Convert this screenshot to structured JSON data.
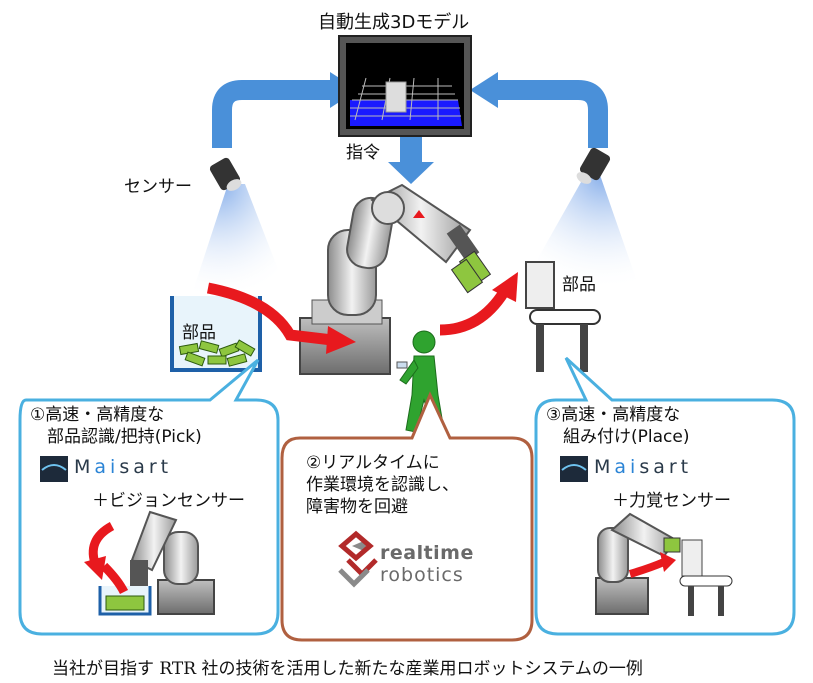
{
  "title": "自動生成3Dモデル",
  "instruction_label": "指令",
  "sensor_label": "センサー",
  "parts_left_label": "部品",
  "parts_right_label": "部品",
  "callouts": {
    "pick": {
      "text": "①高速・高精度な\n　部品認識/把持(Pick)",
      "logo_a": "M",
      "logo_b": "ai",
      "logo_c": "sart",
      "sub": "＋ビジョンセンサー"
    },
    "realtime": {
      "text": "②リアルタイムに\n作業環境を認識し、\n障害物を回避",
      "logo_top": "realtime",
      "logo_bottom": "robotics"
    },
    "place": {
      "text": "③高速・高精度な\n　組み付け(Place)",
      "logo_a": "M",
      "logo_b": "ai",
      "logo_c": "sart",
      "sub": "＋力覚センサー"
    }
  },
  "caption": "当社が目指す RTR 社の技術を活用した新たな産業用ロボットシステムの一例",
  "colors": {
    "blue_arrow": "#4a90d9",
    "red_arrow": "#e8191e",
    "callout_blue": "#4ab0e0",
    "callout_brown": "#b06040",
    "person_green": "#2fa32f",
    "screen_blue": "#1a1aff"
  }
}
